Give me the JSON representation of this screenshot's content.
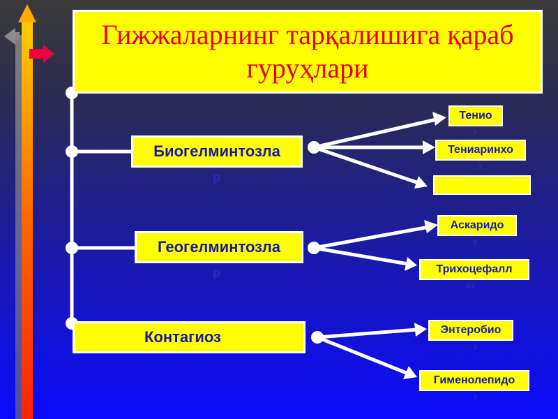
{
  "title": {
    "line1": "Гижжаларнинг тарқалишига қараб",
    "line2": "гуруҳлари"
  },
  "groups": [
    {
      "label": "Биогелминтозла",
      "suffix": "р",
      "leaves": [
        {
          "label": "Тенио",
          "tail": "з"
        },
        {
          "label": "Тениаринхо",
          "tail": "з"
        },
        {
          "label": "",
          "tail": ""
        }
      ]
    },
    {
      "label": "Геогелминтозла",
      "suffix": "р",
      "leaves": [
        {
          "label": "Аскаридо",
          "tail": "з"
        },
        {
          "label": "Трихоцефалл",
          "tail": "ёз"
        }
      ]
    },
    {
      "label": "Контагиоз",
      "suffix": "",
      "leaves": [
        {
          "label": "Энтеробио",
          "tail": "з"
        },
        {
          "label": "Гименолепидо",
          "tail": "з"
        }
      ]
    }
  ],
  "colors": {
    "box_fill": "#ffff00",
    "title_text": "#e8001c",
    "label_text": "#1a1aa0",
    "connector": "#ffffff"
  }
}
